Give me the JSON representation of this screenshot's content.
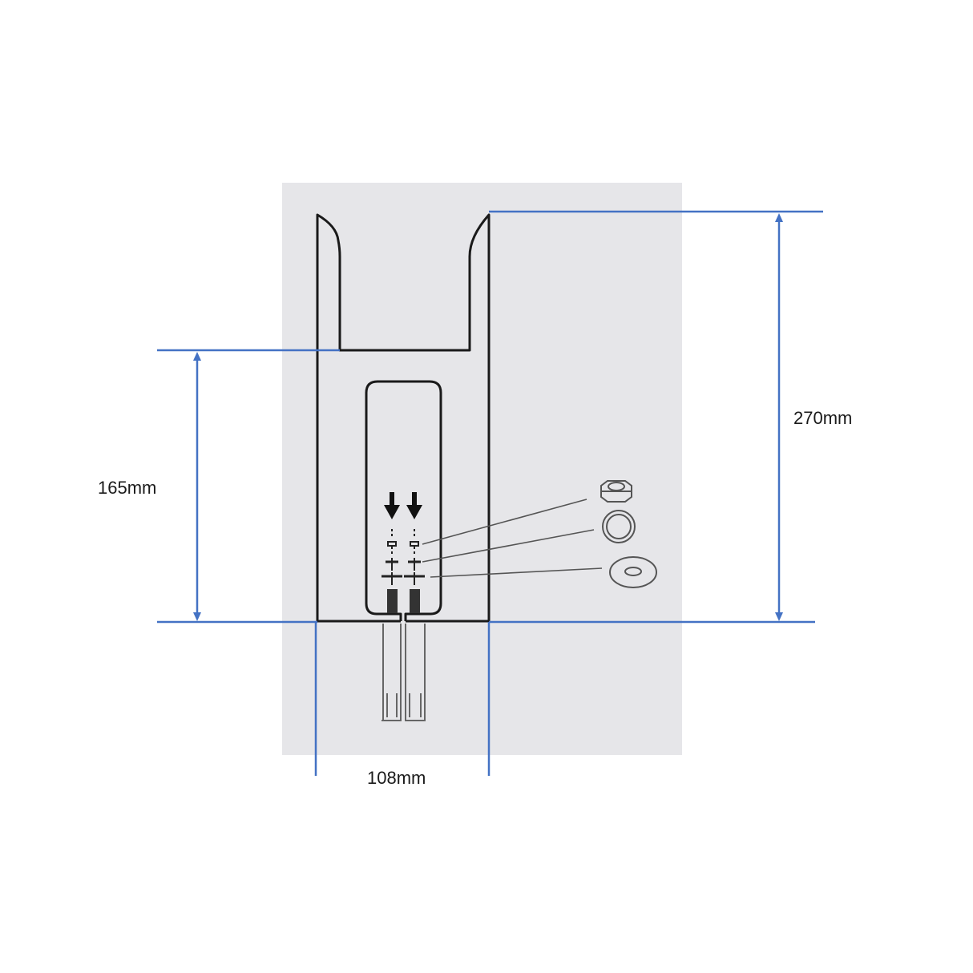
{
  "diagram": {
    "type": "dimension-drawing",
    "colors": {
      "background": "#ffffff",
      "panel": "#e6e6e9",
      "outline": "#1a1a1a",
      "dimension_line": "#4472c4",
      "hardware": "#555555"
    },
    "dimensions": {
      "height_total": {
        "label": "270mm"
      },
      "height_lower": {
        "label": "165mm"
      },
      "width": {
        "label": "108mm"
      }
    },
    "hardware_parts": [
      {
        "name": "hex-nut"
      },
      {
        "name": "spring-washer"
      },
      {
        "name": "flat-washer"
      }
    ]
  }
}
